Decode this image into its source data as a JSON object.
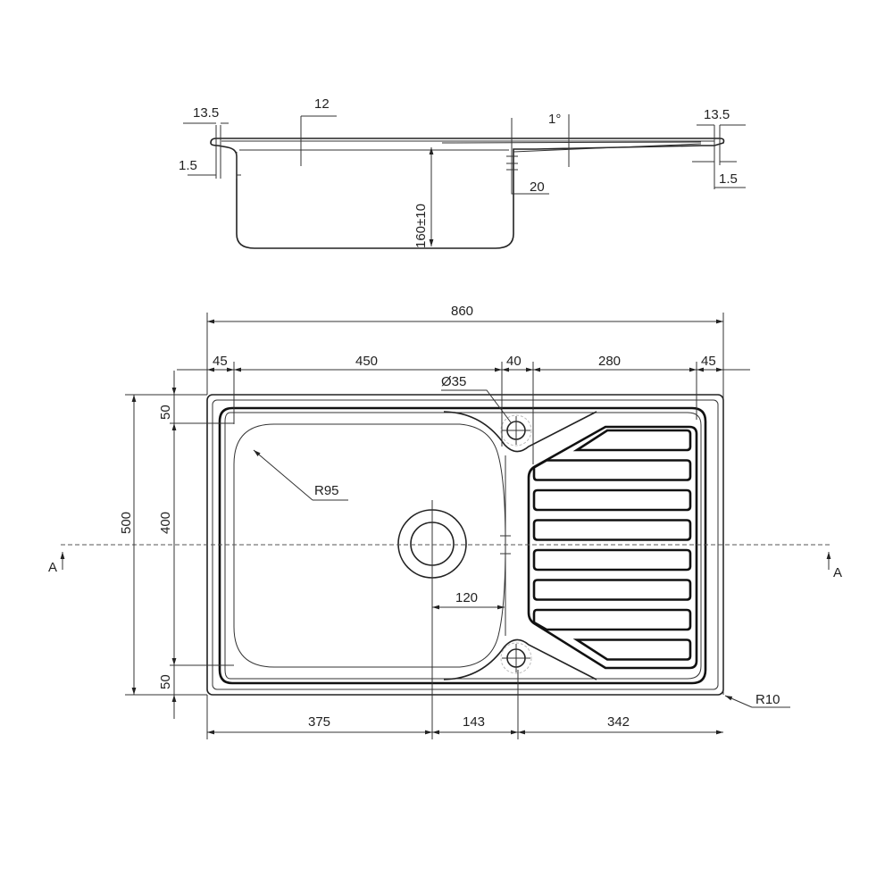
{
  "section_view": {
    "labels": {
      "rim_left": "13.5",
      "lip_height": "12",
      "slope_angle": "1°",
      "rim_right": "13.5",
      "thickness_left": "1.5",
      "thickness_right": "1.5",
      "depth": "160±10",
      "step": "20"
    }
  },
  "plan_view": {
    "overall_width": "860",
    "segments_top": [
      "45",
      "450",
      "40",
      "280",
      "45"
    ],
    "overall_depth": "500",
    "bowl_depth": "400",
    "margin_top": "50",
    "margin_bottom": "50",
    "segments_bottom": [
      "375",
      "143",
      "342"
    ],
    "bowl_radius": "R95",
    "corner_radius": "R10",
    "drain_offset": "120",
    "tap_hole": "Ø35",
    "section_marker_left": "A",
    "section_marker_right": "A",
    "drainer_rib_count": 8
  }
}
